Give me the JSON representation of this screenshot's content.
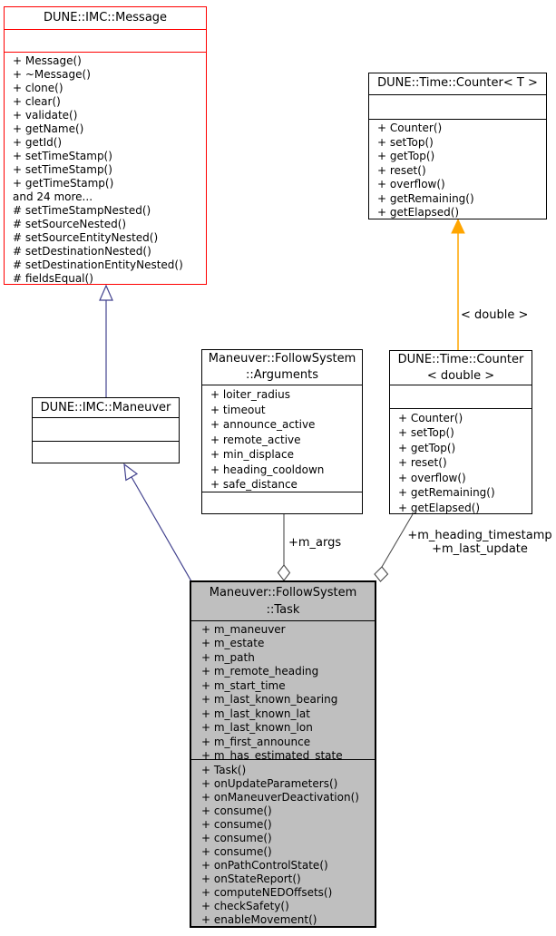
{
  "classes": {
    "message": {
      "name": "DUNE::IMC::Message",
      "members": [
        "+ Message()",
        "+ ~Message()",
        "+ clone()",
        "+ clear()",
        "+ validate()",
        "+ getName()",
        "+ getId()",
        "+ setTimeStamp()",
        "+ setTimeStamp()",
        "+ getTimeStamp()",
        "and 24 more...",
        "# setTimeStampNested()",
        "# setSourceNested()",
        "# setSourceEntityNested()",
        "# setDestinationNested()",
        "# setDestinationEntityNested()",
        "# fieldsEqual()"
      ]
    },
    "counter_t": {
      "name": "DUNE::Time::Counter< T >",
      "members": [
        "+ Counter()",
        "+ setTop()",
        "+ getTop()",
        "+ reset()",
        "+ overflow()",
        "+ getRemaining()",
        "+ getElapsed()"
      ]
    },
    "maneuver": {
      "name": "DUNE::IMC::Maneuver"
    },
    "arguments": {
      "name_line1": "Maneuver::FollowSystem",
      "name_line2": "::Arguments",
      "members": [
        "+ loiter_radius",
        "+ timeout",
        "+ announce_active",
        "+ remote_active",
        "+ min_displace",
        "+ heading_cooldown",
        "+ safe_distance"
      ]
    },
    "counter_double": {
      "name_line1": "DUNE::Time::Counter",
      "name_line2": "< double >",
      "members": [
        "+ Counter()",
        "+ setTop()",
        "+ getTop()",
        "+ reset()",
        "+ overflow()",
        "+ getRemaining()",
        "+ getElapsed()"
      ]
    },
    "task": {
      "name_line1": "Maneuver::FollowSystem",
      "name_line2": "::Task",
      "attributes": [
        "+ m_maneuver",
        "+ m_estate",
        "+ m_path",
        "+ m_remote_heading",
        "+ m_start_time",
        "+ m_last_known_bearing",
        "+ m_last_known_lat",
        "+ m_last_known_lon",
        "+ m_first_announce",
        "+ m_has_estimated_state"
      ],
      "methods": [
        "+ Task()",
        "+ onUpdateParameters()",
        "+ onManeuverDeactivation()",
        "+ consume()",
        "+ consume()",
        "+ consume()",
        "+ consume()",
        "+ onPathControlState()",
        "+ onStateReport()",
        "+ computeNEDOffsets()",
        "+ checkSafety()",
        "+ enableMovement()"
      ]
    }
  },
  "edge_labels": {
    "template_instance": "< double >",
    "m_args": "+m_args",
    "heading_line1": "+m_heading_timestamp",
    "heading_line2": "+m_last_update"
  },
  "colors": {
    "box_border": "#000000",
    "box_fill": "#ffffff",
    "message_border": "#ff0000",
    "task_fill": "#bfbfbf",
    "inheritance_edge": "#42428e",
    "template_edge": "#ffa500",
    "aggregation_edge": "#4d4d4d"
  }
}
